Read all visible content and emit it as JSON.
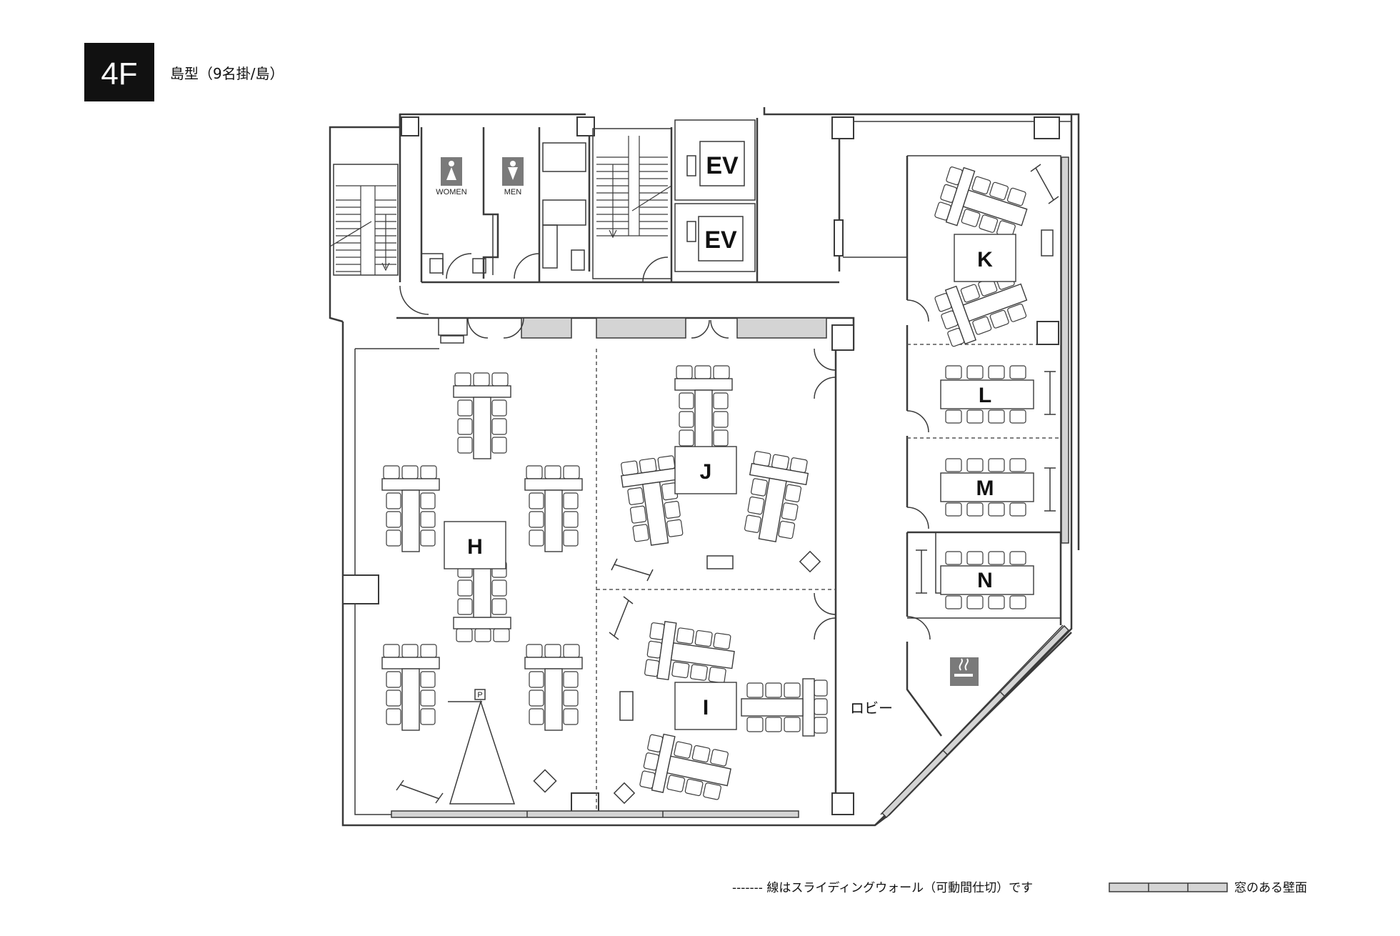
{
  "header": {
    "floor_badge": "4F",
    "layout_title": "島型（9名掛/島）"
  },
  "rooms": {
    "H": "H",
    "I": "I",
    "J": "J",
    "K": "K",
    "L": "L",
    "M": "M",
    "N": "N"
  },
  "facilities": {
    "ev_top": "EV",
    "ev_bottom": "EV",
    "restroom_women": "WOMEN",
    "restroom_men": "MEN",
    "lobby": "ロビー",
    "projector_marker": "P"
  },
  "legend": {
    "sliding_wall": "------- 線はスライディングウォール（可動間仕切）です",
    "window_wall": "窓のある壁面"
  },
  "icons": {
    "women": "women-restroom-icon",
    "men": "men-restroom-icon",
    "smoking": "smoking-area-icon"
  },
  "colors": {
    "badge": "#111111",
    "window": "#d4d4d4",
    "icon": "#7a7a7a"
  }
}
